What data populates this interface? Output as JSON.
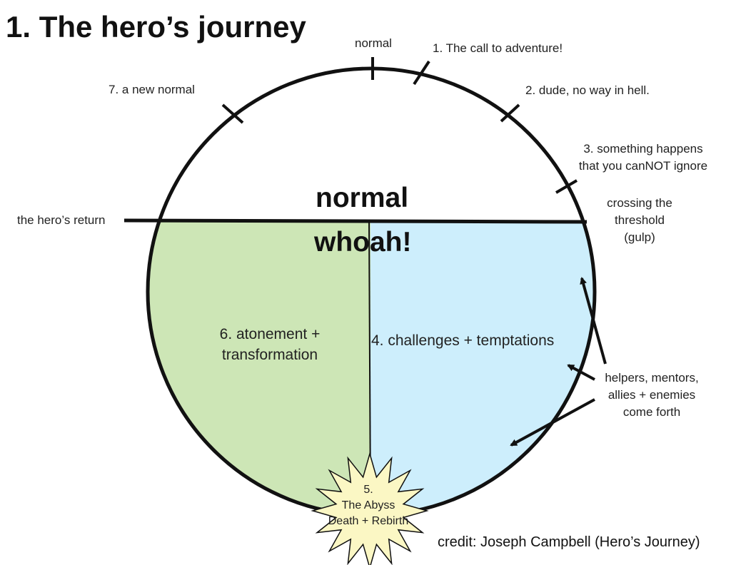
{
  "title": "1. The hero’s journey",
  "colors": {
    "outline": "#111111",
    "ordinary_world": "#ffffff",
    "return_half": "#cde6b6",
    "challenge_half": "#cdeefc",
    "abyss_star": "#fbf7c4"
  },
  "circle_labels": {
    "top_normal": "normal",
    "step1": "1. The call to adventure!",
    "step2": "2. dude, no way in hell.",
    "step3_line1": "3. something happens",
    "step3_line2": "that you canNOT ignore",
    "threshold_line1": "crossing the",
    "threshold_line2": "threshold",
    "threshold_line3": "(gulp)",
    "step7": "7. a new normal",
    "return": "the hero’s return"
  },
  "zones": {
    "upper": "normal",
    "lower": "whoah!"
  },
  "sections": {
    "atonement_line1": "6. atonement +",
    "atonement_line2": "transformation",
    "challenges": "4. challenges + temptations"
  },
  "helpers": {
    "line1": "helpers, mentors,",
    "line2": "allies + enemies",
    "line3": "come forth"
  },
  "abyss": {
    "line1": "5.",
    "line2": "The Abyss",
    "line3": "Death + Rebirth"
  },
  "credit": "credit: Joseph Campbell (Hero’s Journey)"
}
